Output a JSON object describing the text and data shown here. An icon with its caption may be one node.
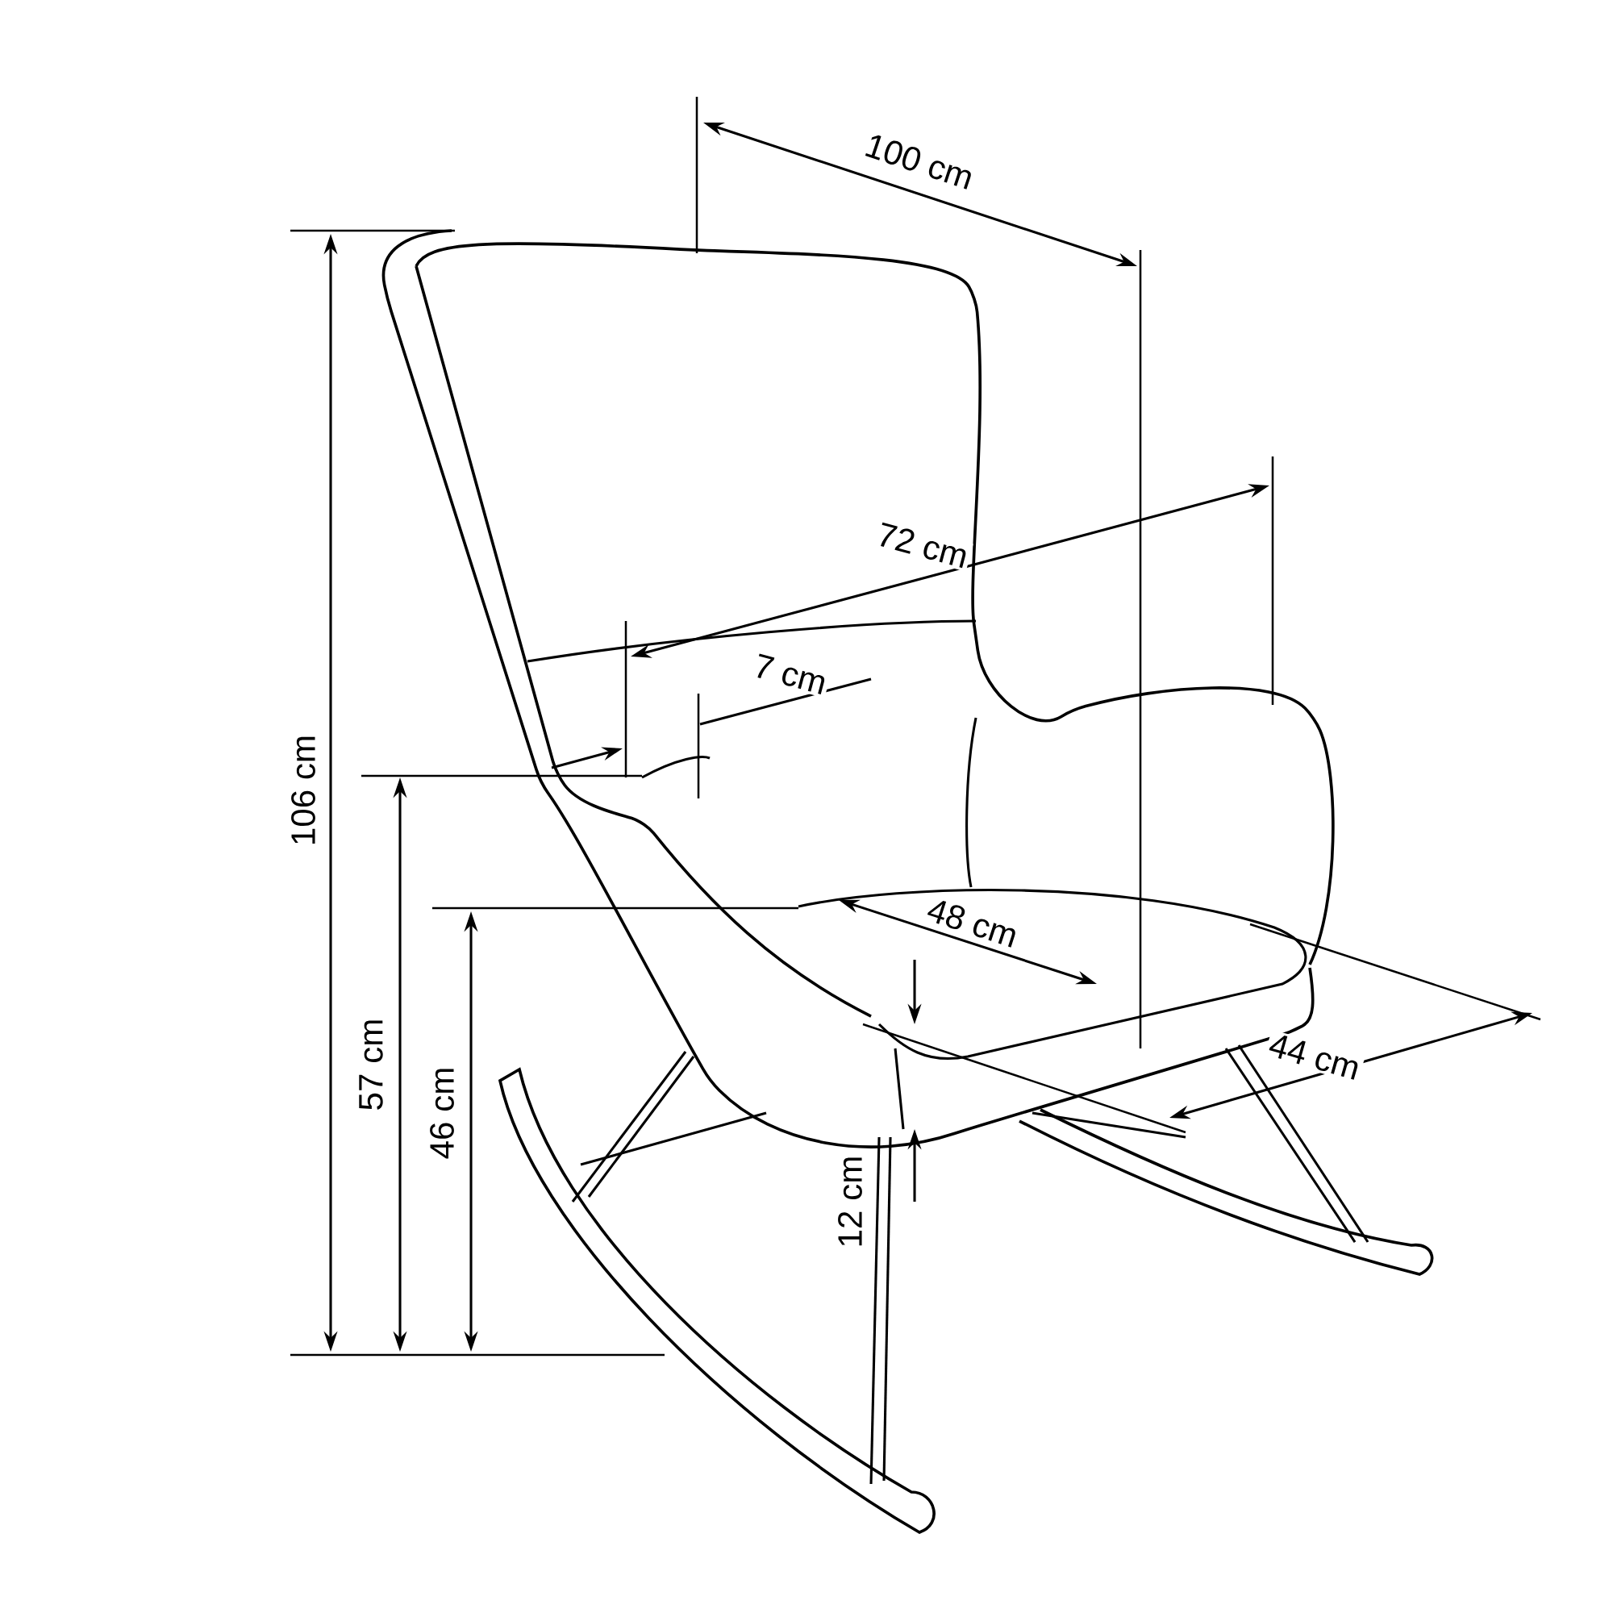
{
  "diagram": {
    "labels": [
      "100 cm",
      "72 cm",
      "7 cm",
      "106 cm",
      "48 cm",
      "57 cm",
      "46 cm",
      "44 cm",
      "12 cm"
    ]
  }
}
